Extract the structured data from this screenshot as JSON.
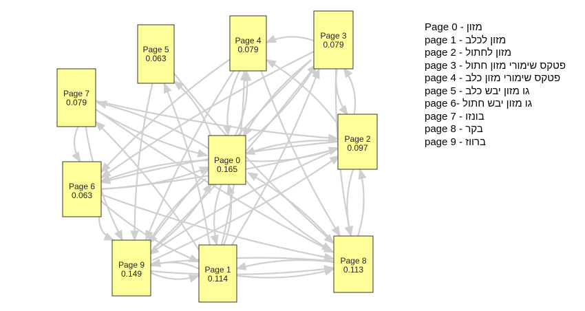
{
  "nodes": [
    {
      "id": 0,
      "label": "Page 0",
      "value": "0.165"
    },
    {
      "id": 1,
      "label": "Page 1",
      "value": "0.114"
    },
    {
      "id": 2,
      "label": "Page 2",
      "value": "0.097"
    },
    {
      "id": 3,
      "label": "Page 3",
      "value": "0.079"
    },
    {
      "id": 4,
      "label": "Page 4",
      "value": "0.079"
    },
    {
      "id": 5,
      "label": "Page 5",
      "value": "0.063"
    },
    {
      "id": 6,
      "label": "Page 6",
      "value": "0.063"
    },
    {
      "id": 7,
      "label": "Page 7",
      "value": "0.079"
    },
    {
      "id": 8,
      "label": "Page 8",
      "value": "0.113"
    },
    {
      "id": 9,
      "label": "Page 9",
      "value": "0.149"
    }
  ],
  "edges": [
    [
      0,
      1
    ],
    [
      1,
      0
    ],
    [
      0,
      2
    ],
    [
      2,
      0
    ],
    [
      0,
      3
    ],
    [
      3,
      0
    ],
    [
      0,
      4
    ],
    [
      4,
      0
    ],
    [
      0,
      5
    ],
    [
      0,
      6
    ],
    [
      6,
      0
    ],
    [
      0,
      7
    ],
    [
      7,
      0
    ],
    [
      0,
      8
    ],
    [
      8,
      0
    ],
    [
      0,
      9
    ],
    [
      9,
      0
    ],
    [
      1,
      9
    ],
    [
      9,
      1
    ],
    [
      1,
      8
    ],
    [
      8,
      1
    ],
    [
      1,
      4
    ],
    [
      1,
      3
    ],
    [
      1,
      5
    ],
    [
      1,
      7
    ],
    [
      2,
      3
    ],
    [
      3,
      2
    ],
    [
      2,
      8
    ],
    [
      8,
      2
    ],
    [
      2,
      6
    ],
    [
      6,
      2
    ],
    [
      2,
      9
    ],
    [
      9,
      2
    ],
    [
      2,
      4
    ],
    [
      3,
      9
    ],
    [
      3,
      8
    ],
    [
      3,
      6
    ],
    [
      4,
      9
    ],
    [
      4,
      8
    ],
    [
      4,
      6
    ],
    [
      3,
      4
    ],
    [
      5,
      9
    ],
    [
      5,
      8
    ],
    [
      7,
      9
    ],
    [
      7,
      8
    ],
    [
      7,
      2
    ],
    [
      7,
      6
    ],
    [
      6,
      9
    ],
    [
      6,
      8
    ],
    [
      6,
      1
    ],
    [
      9,
      8
    ],
    [
      8,
      9
    ],
    [
      9,
      3
    ]
  ],
  "legend": [
    "Page 0 - מזון",
    "page 1 - מזון לכלב",
    "page 2 - מזון לחתול",
    "page 3 - פטקס שימורי מזון חתול",
    "page 4 - פטקס שימורי מזון כלב",
    "page 5 - גו מזון יבש כלב",
    "page 6- גו מזון יבש חתול",
    "page 7 - בונזו",
    "page 8 - בקר",
    "page 9 - ברווז"
  ]
}
